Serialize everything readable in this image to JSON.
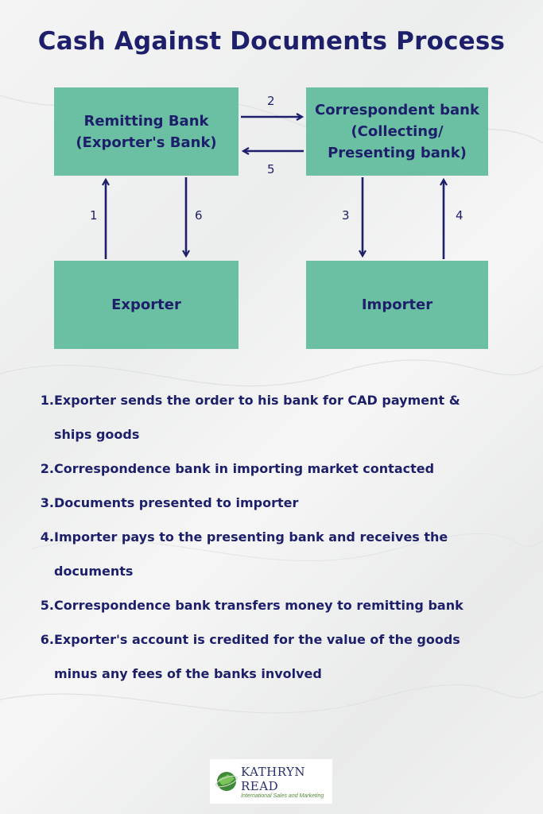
{
  "title": "Cash Against Documents Process",
  "diagram": {
    "remitting_bank": {
      "line1": "Remitting Bank",
      "line2": "(Exporter's Bank)"
    },
    "correspondent_bank": {
      "line1": "Correspondent bank",
      "line2": "(Collecting/",
      "line3": "Presenting bank)"
    },
    "exporter": "Exporter",
    "importer": "Importer",
    "arrow_labels": {
      "a1": "1",
      "a2": "2",
      "a3": "3",
      "a4": "4",
      "a5": "5",
      "a6": "6"
    }
  },
  "steps": [
    {
      "num": "1.",
      "text": "Exporter sends the order to his bank for CAD payment &",
      "cont": "ships goods"
    },
    {
      "num": "2.",
      "text": "Correspondence bank in importing market contacted"
    },
    {
      "num": "3.",
      "text": "Documents presented to importer"
    },
    {
      "num": "4.",
      "text": "Importer pays to the presenting bank and receives the",
      "cont": "documents"
    },
    {
      "num": "5.",
      "text": "Correspondence bank transfers money to remitting bank"
    },
    {
      "num": "6.",
      "text": "Exporter's account is credited for the value of the goods",
      "cont": "minus any fees of the banks involved"
    }
  ],
  "logo": {
    "name": "KATHRYN READ",
    "tagline": "International Sales and Marketing",
    "icon": "globe-icon"
  },
  "colors": {
    "navy": "#1d1f6b",
    "box_green": "#6bbfa3",
    "background": "#efefef"
  }
}
